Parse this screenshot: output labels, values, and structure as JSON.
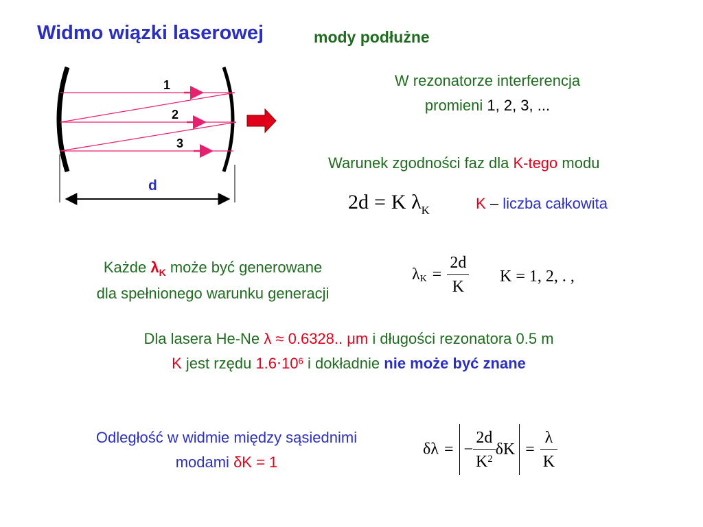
{
  "title": {
    "main": "Widmo wiązki laserowej",
    "sub": "mody podłużne"
  },
  "cavity": {
    "ray_1": "1",
    "ray_2": "2",
    "ray_3": "3",
    "length_label": "d"
  },
  "interference": {
    "line1": "W rezonatorze interferencja",
    "line2_text": "promieni",
    "line2_numbers": "1, 2, 3, ..."
  },
  "phase_condition": {
    "text_a": "Warunek zgodności faz dla",
    "text_k": "K-tego",
    "text_b": "modu",
    "formula_lhs": "2d",
    "formula_eq": "=",
    "formula_K": "K",
    "formula_lambda": "λ",
    "formula_sub": "K",
    "k_symbol": "K",
    "k_dash": "–",
    "k_desc": "liczba całkowita"
  },
  "generation": {
    "line1_a": "Każde",
    "lambda": "λ",
    "lambda_sub": "K",
    "line1_b": "może być generowane",
    "line2": "dla spełnionego warunku generacji",
    "formula_lambda": "λ",
    "formula_sub": "K",
    "formula_eq": "=",
    "formula_num": "2d",
    "formula_den": "K",
    "formula_k_range": "K = 1, 2, . ,"
  },
  "hene": {
    "line1_a": "Dla lasera  He-Ne",
    "line1_lambda": "λ ≈ 0.6328..",
    "line1_unit": "μm",
    "line1_b": "i długości rezonatora 0.5 m",
    "line2_k": "K",
    "line2_a": "jest rzędu",
    "line2_value": "1.6⋅10",
    "line2_exp": "6",
    "line2_b": "i dokładnie",
    "line2_bold": "nie może być znane"
  },
  "spacing": {
    "line1": "Odległość w widmie między sąsiednimi",
    "line2_a": "modami",
    "line2_dk": "δK = 1",
    "formula_lhs": "δλ",
    "formula_eq": "=",
    "formula_minus": "−",
    "formula_num": "2d",
    "formula_den": "K",
    "formula_den_exp": "2",
    "formula_dk": "δK",
    "formula_eq2": "=",
    "formula_num2": "λ",
    "formula_den2": "K"
  },
  "colors": {
    "title": "#2b2fc0",
    "subtitle": "#1f6b1f",
    "green_text": "#1f6b1f",
    "blue_text": "#2b2fc0",
    "red_text": "#e0001a",
    "ray": "#e8216e",
    "output_arrow": "#e0001a"
  }
}
